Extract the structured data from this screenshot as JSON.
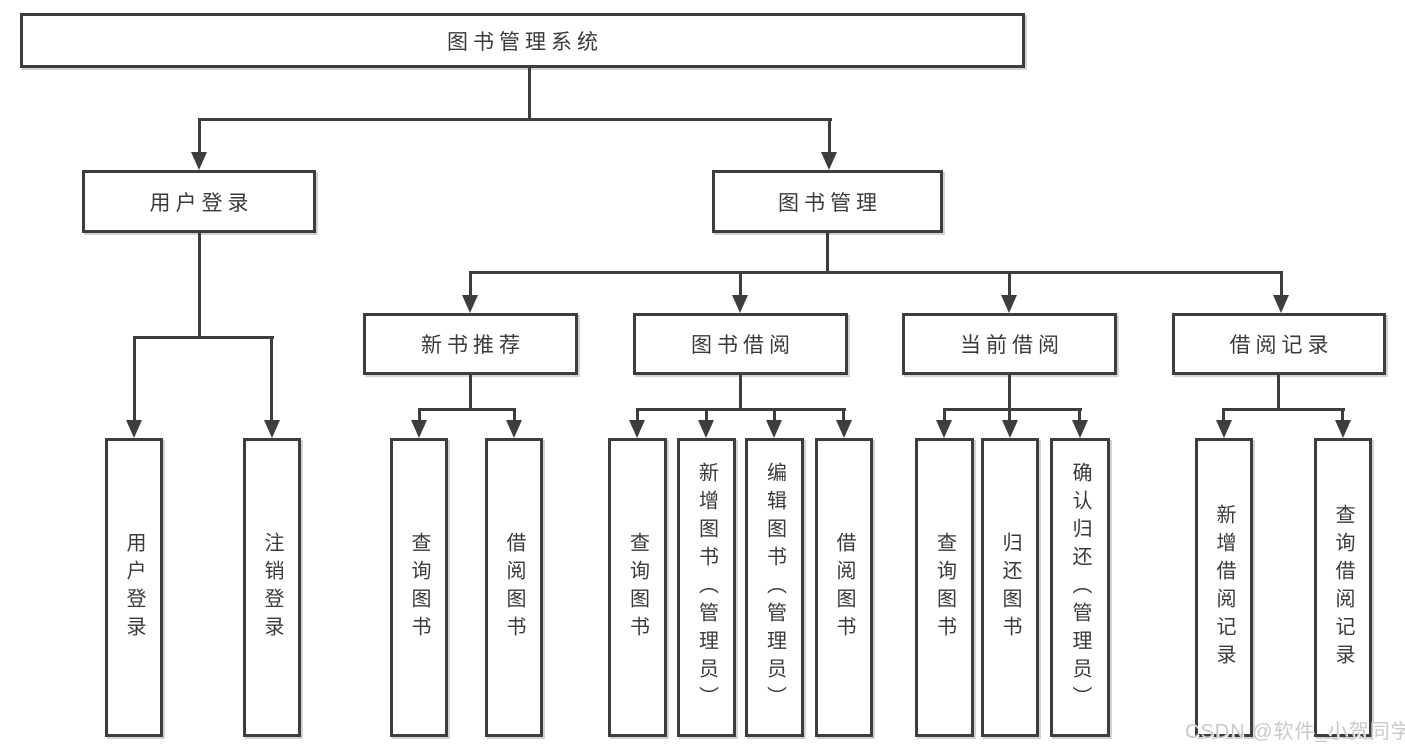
{
  "diagram": {
    "root": {
      "label": "图书管理系统"
    },
    "branches": [
      {
        "label": "用户登录",
        "children": [
          {
            "label": "用户登录"
          },
          {
            "label": "注销登录"
          }
        ]
      },
      {
        "label": "图书管理",
        "children": [
          {
            "label": "新书推荐",
            "children": [
              {
                "label": "查询图书"
              },
              {
                "label": "借阅图书"
              }
            ]
          },
          {
            "label": "图书借阅",
            "children": [
              {
                "label": "查询图书"
              },
              {
                "label": "新增图书（管理员）"
              },
              {
                "label": "编辑图书（管理员）"
              },
              {
                "label": "借阅图书"
              }
            ]
          },
          {
            "label": "当前借阅",
            "children": [
              {
                "label": "查询图书"
              },
              {
                "label": "归还图书"
              },
              {
                "label": "确认归还（管理员）"
              }
            ]
          },
          {
            "label": "借阅记录",
            "children": [
              {
                "label": "新增借阅记录"
              },
              {
                "label": "查询借阅记录"
              }
            ]
          }
        ]
      }
    ]
  },
  "watermark": {
    "text": "CSDN @软件_小贺同学"
  },
  "colors": {
    "line": "#3d3d3d",
    "text": "#3a3a3a",
    "background": "#ffffff",
    "watermark": "#c9c9c9"
  }
}
